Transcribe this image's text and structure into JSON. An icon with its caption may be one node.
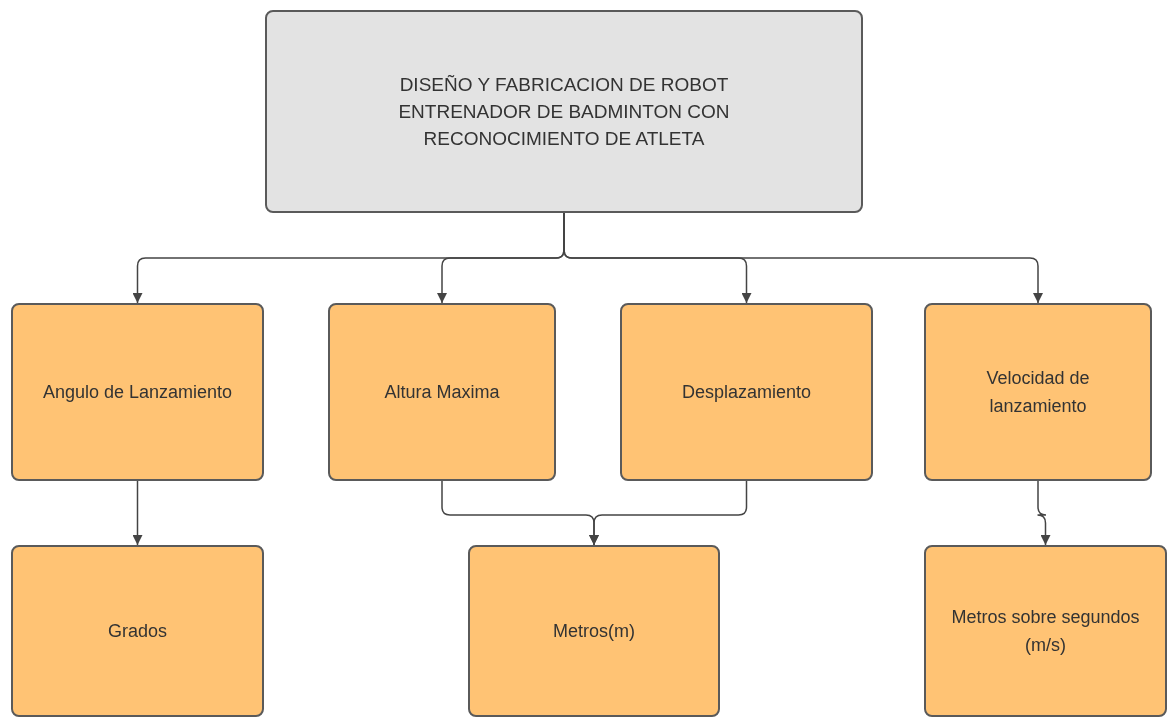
{
  "diagram": {
    "nodes": [
      {
        "text": [
          "DISEÑO Y FABRICACION DE ROBOT ENTRENADOR DE BADMINTON CON RECONOCIMIENTO DE ATLETA"
        ]
      },
      {
        "text": [
          "Angulo de Lanzamiento"
        ]
      },
      {
        "text": [
          "Altura Maxima"
        ]
      },
      {
        "text": [
          "Desplazamiento"
        ]
      },
      {
        "text": [
          "Velocidad de lanzamiento"
        ]
      },
      {
        "text": [
          "Grados"
        ]
      },
      {
        "text": [
          "Metros(m)"
        ]
      },
      {
        "text": [
          "Metros sobre segundos (m/s)"
        ]
      }
    ],
    "edges": [
      {
        "from": 0,
        "to": 1,
        "arrow": "to"
      },
      {
        "from": 0,
        "to": 2,
        "arrow": "to"
      },
      {
        "from": 0,
        "to": 3,
        "arrow": "to"
      },
      {
        "from": 0,
        "to": 4,
        "arrow": "to"
      },
      {
        "from": 1,
        "to": 5,
        "arrow": "to"
      },
      {
        "from": 2,
        "to": 6,
        "arrow": "to"
      },
      {
        "from": 3,
        "to": 6,
        "arrow": "to"
      },
      {
        "from": 4,
        "to": 7,
        "arrow": "to"
      }
    ]
  }
}
